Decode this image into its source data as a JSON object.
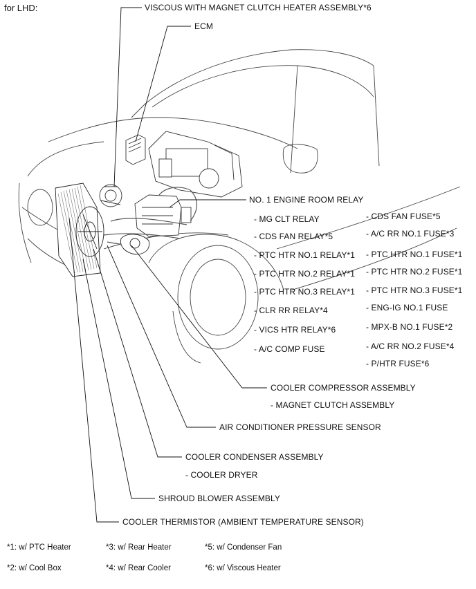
{
  "header": {
    "title": "for LHD:"
  },
  "callouts": {
    "viscous": "VISCOUS WITH MAGNET CLUTCH HEATER ASSEMBLY*6",
    "ecm": "ECM",
    "engine_room_relay": "NO. 1 ENGINE ROOM RELAY",
    "compressor": "COOLER COMPRESSOR ASSEMBLY",
    "magnet_clutch": "- MAGNET CLUTCH ASSEMBLY",
    "pressure_sensor": "AIR CONDITIONER PRESSURE SENSOR",
    "condenser": "COOLER CONDENSER ASSEMBLY",
    "dryer": "- COOLER DRYER",
    "shroud": "SHROUD BLOWER ASSEMBLY",
    "thermistor": "COOLER THERMISTOR (AMBIENT TEMPERATURE SENSOR)"
  },
  "relays": [
    "- MG CLT RELAY",
    "- CDS FAN RELAY*5",
    "- PTC HTR NO.1 RELAY*1",
    "- PTC HTR NO.2 RELAY*1",
    "- PTC HTR NO.3 RELAY*1",
    "- CLR RR RELAY*4",
    "- VICS HTR RELAY*6",
    "- A/C COMP FUSE"
  ],
  "fuses": [
    "- CDS FAN FUSE*5",
    "- A/C RR NO.1 FUSE*3",
    "- PTC HTR NO.1 FUSE*1",
    "- PTC HTR NO.2 FUSE*1",
    "- PTC HTR NO.3 FUSE*1",
    "- ENG-IG NO.1 FUSE",
    "- MPX-B NO.1 FUSE*2",
    "- A/C RR NO.2 FUSE*4",
    "- P/HTR FUSE*6"
  ],
  "notes": [
    "*1: w/ PTC Heater",
    "*3: w/ Rear Heater",
    "*5: w/ Condenser Fan",
    "*2: w/ Cool Box",
    "*4: w/ Rear Cooler",
    "*6: w/ Viscous Heater"
  ]
}
